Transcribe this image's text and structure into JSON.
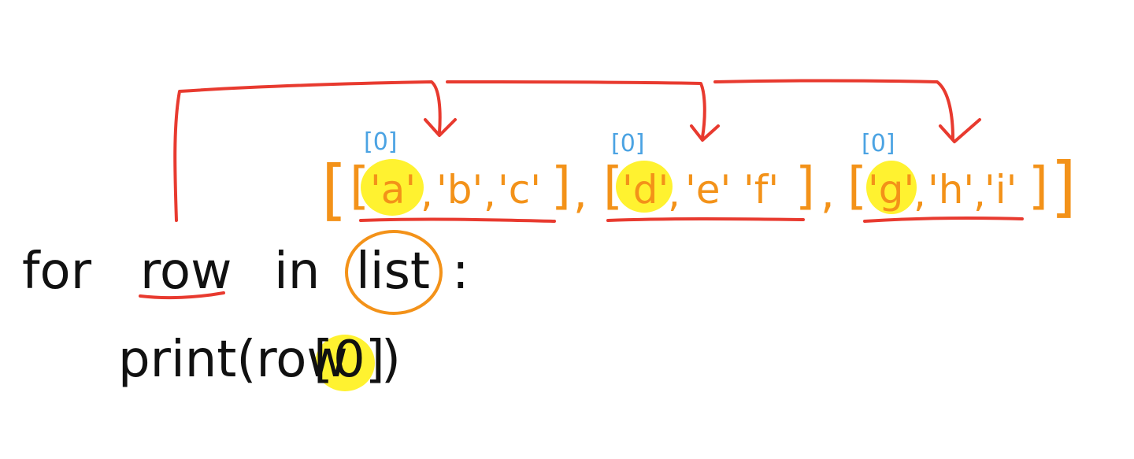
{
  "colors": {
    "ink": "#111111",
    "orange": "#F39219",
    "red": "#E83A2F",
    "blue": "#4BA3E3",
    "highlight": "#FFF230"
  },
  "index_labels": [
    "[0]",
    "[0]",
    "[0]"
  ],
  "list_open": "[",
  "list_close": "]",
  "separators": [
    ",",
    ","
  ],
  "sublists": [
    {
      "open": "[",
      "items": [
        "'a'",
        "'b'",
        "'c'"
      ],
      "commas": [
        ",",
        ","
      ],
      "close": "]"
    },
    {
      "open": "[",
      "items": [
        "'d'",
        "'e'",
        "'f'"
      ],
      "commas": [
        ",",
        ""
      ],
      "close": "]"
    },
    {
      "open": "[",
      "items": [
        "'g'",
        "'h'",
        "'i'"
      ],
      "commas": [
        ",",
        ","
      ],
      "close": "]"
    }
  ],
  "code": {
    "line1": {
      "kw_for": "for",
      "var_row": "row",
      "kw_in": "in",
      "var_list": "list",
      "colon": ":"
    },
    "line2": {
      "call": "print(row",
      "index": "[0]",
      "close": ")"
    }
  }
}
